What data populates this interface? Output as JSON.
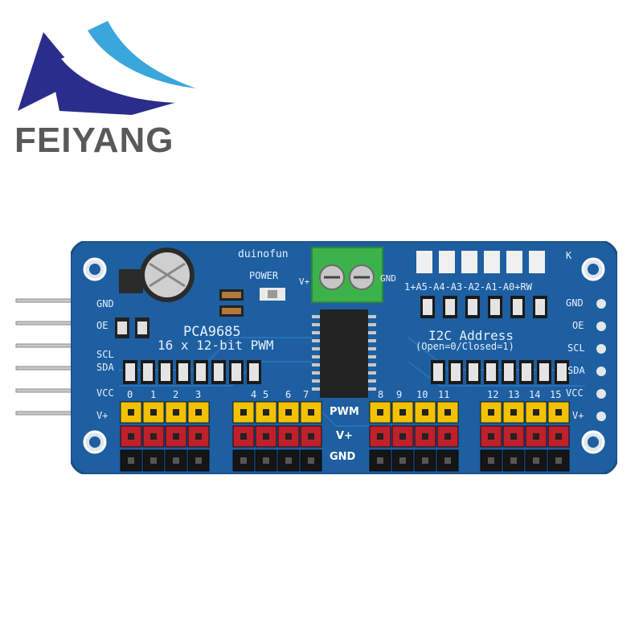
{
  "brand": {
    "logo_icon": "feiyang-wave-logo",
    "name": "FEIYANG"
  },
  "board": {
    "maker_mark": "duinofun",
    "chip_name": "PCA9685",
    "subtitle": "16 x 12-bit PWM",
    "power_label": "POWER",
    "vplus_top": "V+",
    "gnd_top": "GND",
    "k_label": "K",
    "address_pads": "1+A5-A4-A3-A2-A1-A0+RW",
    "i2c_title": "I2C Address",
    "i2c_note": "(Open=0/Closed=1)",
    "left_pins": [
      "GND",
      "OE",
      "SCL",
      "SDA",
      "VCC",
      "V+"
    ],
    "right_pins": [
      "GND",
      "OE",
      "SCL",
      "SDA",
      "VCC",
      "V+"
    ],
    "channel_numbers": [
      "0",
      "1",
      "2",
      "3",
      "4",
      "5",
      "6",
      "7",
      "8",
      "9",
      "10",
      "11",
      "12",
      "13",
      "14",
      "15"
    ],
    "center_labels": {
      "pwm": "PWM",
      "vplus": "V+",
      "gnd": "GND"
    }
  },
  "colors": {
    "pcb": "#1d5fa0",
    "header_yellow": "#f2c200",
    "header_red": "#c0202a",
    "header_black": "#151515",
    "terminal_green": "#3cb24a"
  }
}
